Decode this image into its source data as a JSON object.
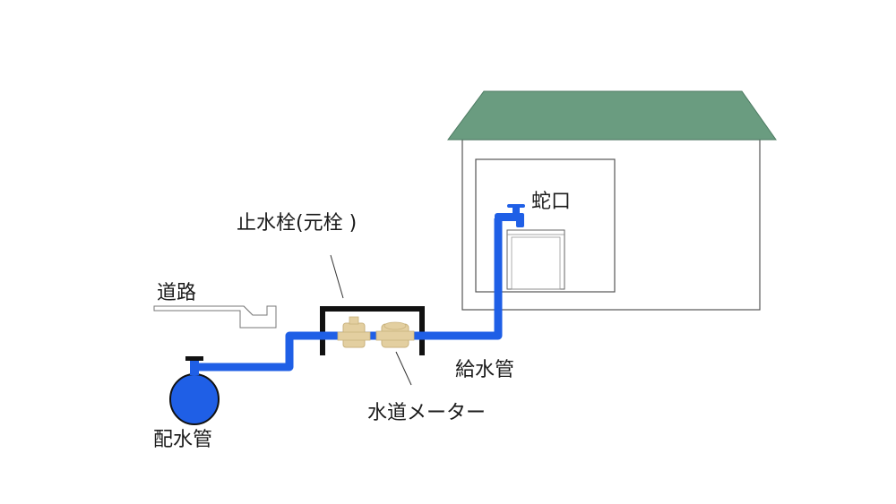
{
  "labels": {
    "jaguchi": "蛇口",
    "shisuisen": "止水栓(元栓 )",
    "douro": "道路",
    "kyusuikan": "給水管",
    "suido_meter": "水道メーター",
    "haisuikan": "配水管"
  },
  "colors": {
    "pipe": "#1f5fe6",
    "roof": "#6a9c80",
    "valve": "#e3cfa0",
    "outline": "#333333",
    "meter_box": "#111111"
  }
}
